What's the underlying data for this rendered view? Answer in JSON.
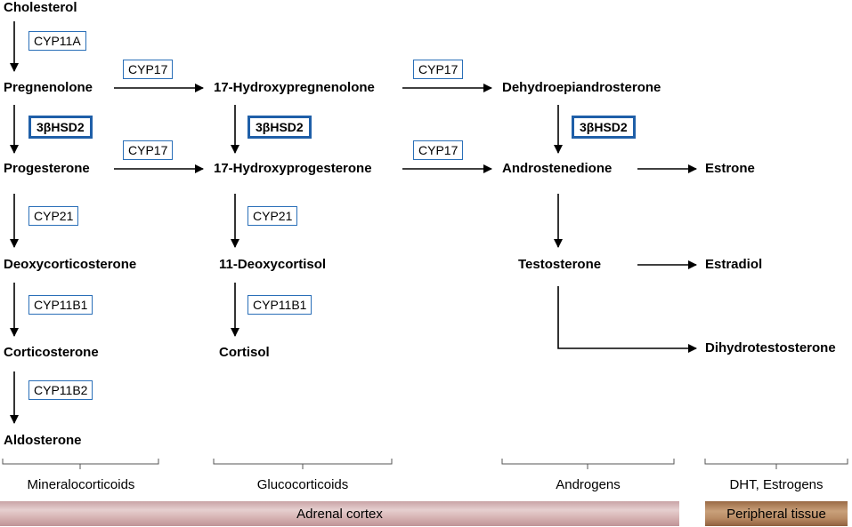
{
  "nodes": {
    "cholesterol": "Cholesterol",
    "pregnenolone": "Pregnenolone",
    "hydroxypregnenolone": "17-Hydroxypregnenolone",
    "dhea": "Dehydroepiandrosterone",
    "progesterone": "Progesterone",
    "hydroxyprogesterone": "17-Hydroxyprogesterone",
    "androstenedione": "Androstenedione",
    "estrone": "Estrone",
    "deoxycorticosterone": "Deoxycorticosterone",
    "deoxycortisol": "11-Deoxycortisol",
    "testosterone": "Testosterone",
    "estradiol": "Estradiol",
    "corticosterone": "Corticosterone",
    "cortisol": "Cortisol",
    "dht": "Dihydrotestosterone",
    "aldosterone": "Aldosterone"
  },
  "enzymes": {
    "cyp11a": "CYP11A",
    "cyp17": "CYP17",
    "hsd": "3βHSD2",
    "cyp21": "CYP21",
    "cyp11b1": "CYP11B1",
    "cyp11b2": "CYP11B2"
  },
  "groups": {
    "mineralocorticoids": "Mineralocorticoids",
    "glucocorticoids": "Glucocorticoids",
    "androgens": "Androgens",
    "dht_estrogens": "DHT, Estrogens"
  },
  "bands": {
    "adrenal": "Adrenal cortex",
    "peripheral": "Peripheral tissue"
  },
  "colors": {
    "enzyme_border": "#2a6fb8",
    "adrenal_band": "#d9b5b5",
    "peripheral_band": "#b07a55"
  }
}
